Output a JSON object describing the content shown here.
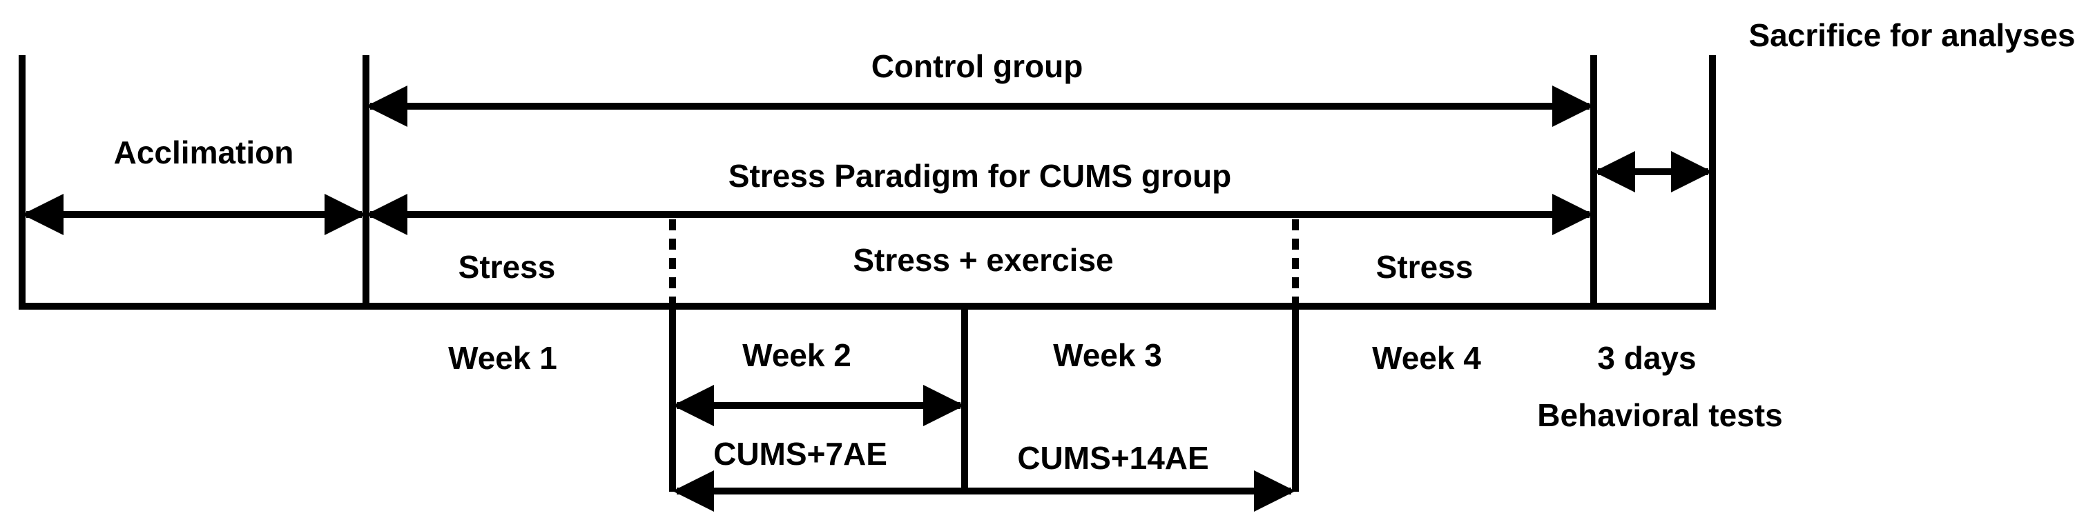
{
  "labels": {
    "sacrifice": "Sacrifice for analyses",
    "control_group": "Control group",
    "acclimation": "Acclimation",
    "stress_paradigm": "Stress Paradigm for CUMS group",
    "stress_1": "Stress",
    "stress_exercise": "Stress + exercise",
    "stress_2": "Stress",
    "week_1": "Week 1",
    "week_2": "Week 2",
    "week_3": "Week 3",
    "week_4": "Week 4",
    "three_days": "3 days",
    "behavioral_tests": "Behavioral tests",
    "cums_7ae": "CUMS+7AE",
    "cums_14ae": "CUMS+14AE"
  }
}
